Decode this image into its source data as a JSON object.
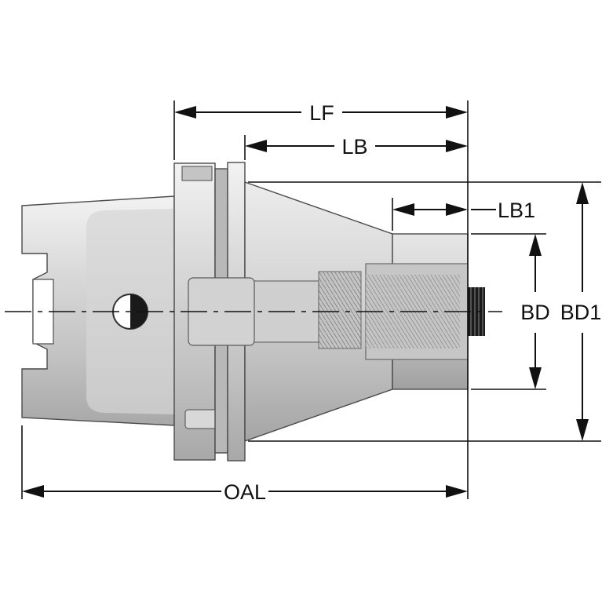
{
  "diagram": {
    "dimensions": {
      "lf": "LF",
      "lb": "LB",
      "lb1": "LB1",
      "bd": "BD",
      "bd1": "BD1",
      "oal": "OAL"
    },
    "colors": {
      "metal_light": "#e2e2e2",
      "metal_mid": "#c9c9c9",
      "metal_dark": "#9c9c9c",
      "outline": "#4a4a4a",
      "dimension_ink": "#111111",
      "screw": "#1a1a1a"
    }
  }
}
